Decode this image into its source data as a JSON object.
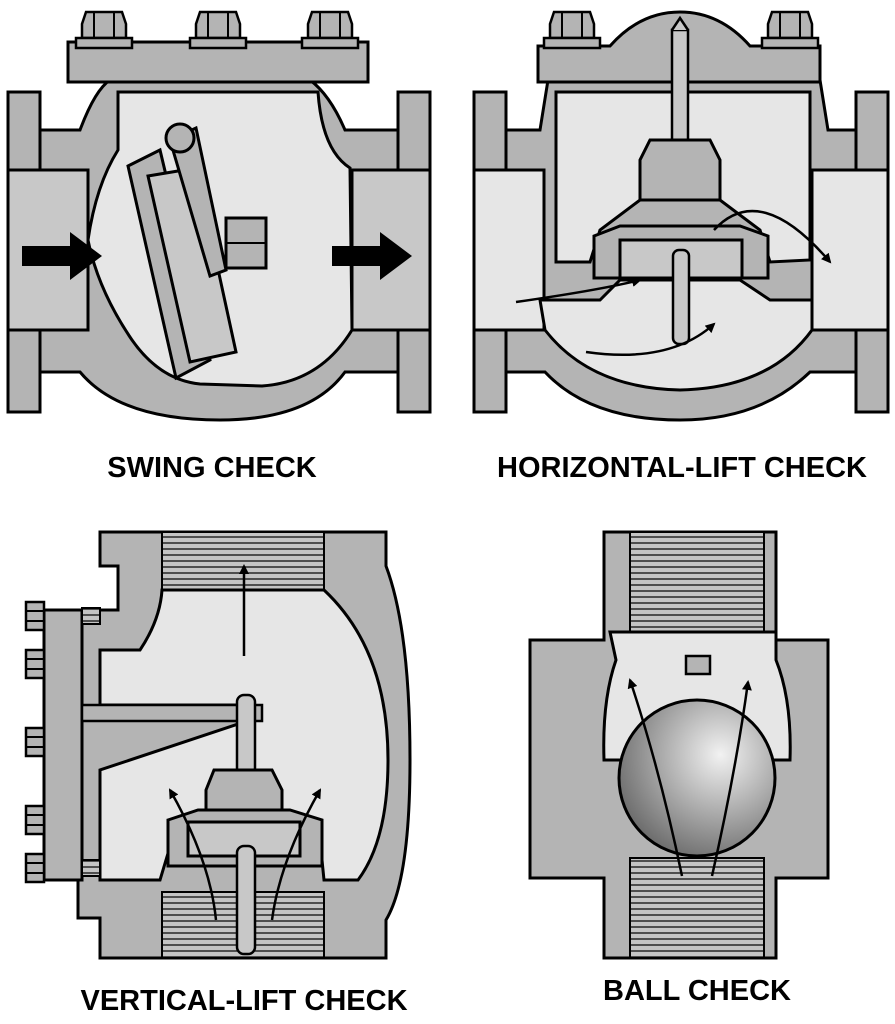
{
  "colors": {
    "body": "#b4b4b4",
    "body_dark": "#9a9a9a",
    "cavity": "#e6e6e6",
    "outline": "#000000",
    "background": "#ffffff",
    "arrow": "#000000"
  },
  "panels": [
    {
      "id": "swing",
      "label": "SWING CHECK"
    },
    {
      "id": "horizontal-lift",
      "label": "HORIZONTAL-LIFT CHECK"
    },
    {
      "id": "vertical-lift",
      "label": "VERTICAL-LIFT CHECK"
    },
    {
      "id": "ball",
      "label": "BALL CHECK"
    }
  ],
  "icons": {
    "flow_arrow": "flow-arrow-icon",
    "bolt": "bolt-icon"
  }
}
